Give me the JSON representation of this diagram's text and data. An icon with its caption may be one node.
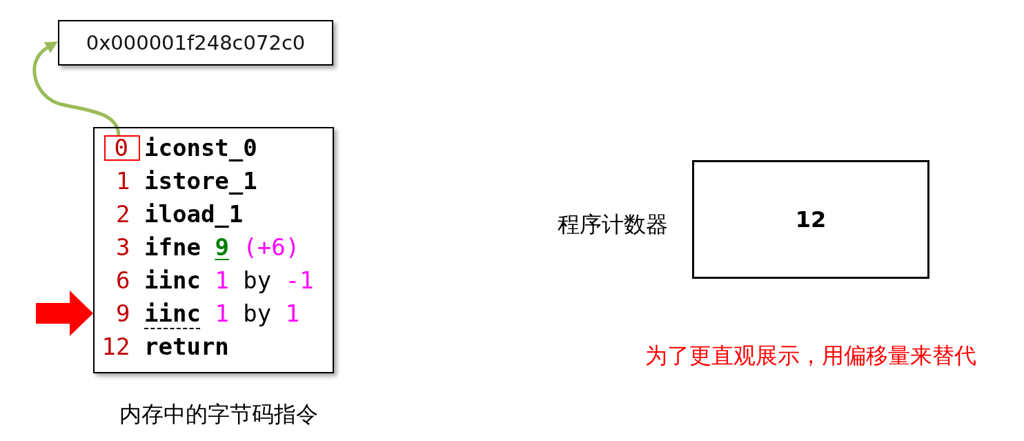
{
  "diagram": {
    "nodes": [
      {
        "text": [
          "0x000001f248c072c0"
        ]
      },
      {
        "text": [
          "iconst_0",
          "1 istore_1",
          "2 iload_1",
          "3 ifne 9 (+6)",
          "6 iinc 1 by -1",
          "9 iinc 1 by 1",
          "12 return"
        ],
        "beside": [
          "内存中的字节码指令"
        ]
      },
      {
        "text": [
          "0"
        ],
        "in": 1
      },
      {
        "text": [
          "12"
        ],
        "beside": [
          "程序计数器"
        ]
      }
    ],
    "edges": [
      {
        "from": 2,
        "to": 0,
        "arrow": "to",
        "color": "#9bbb59"
      },
      {
        "from": null,
        "to": 1,
        "arrow": "to",
        "style": "thick",
        "color": "#ff0000"
      }
    ],
    "labels": [
      "为了更直观展示，用偏移量来替代"
    ]
  }
}
